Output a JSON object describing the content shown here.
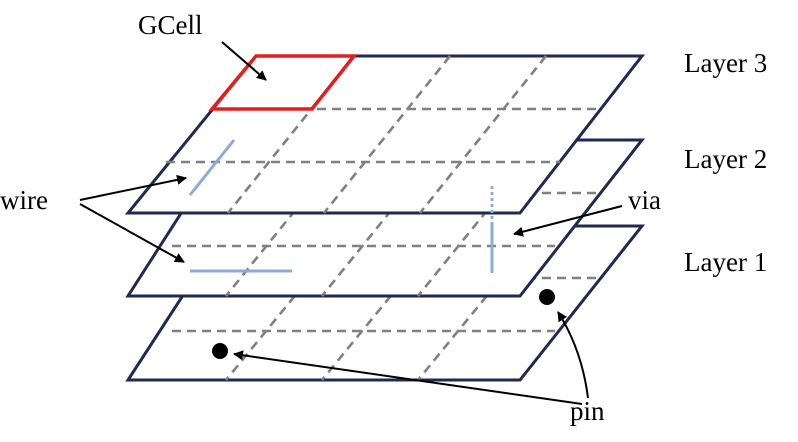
{
  "labels": {
    "gcell": "GCell",
    "wire": "wire",
    "via": "via",
    "pin": "pin",
    "layer3": "Layer 3",
    "layer2": "Layer 2",
    "layer1": "Layer 1"
  },
  "colors": {
    "outline": "#1f2b4d",
    "grid": "#808080",
    "gcell_highlight": "#e41e1e",
    "wire": "#8fa9d8",
    "pin": "#000000",
    "plane_fill": "#ffffff"
  }
}
